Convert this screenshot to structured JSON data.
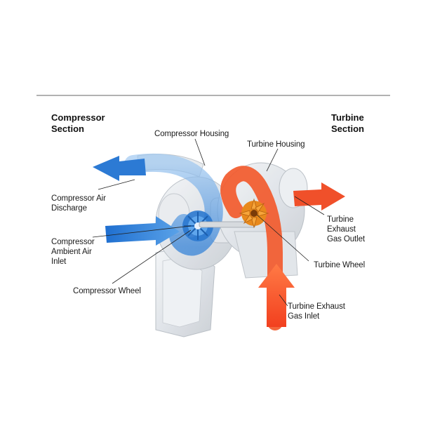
{
  "headings": {
    "compressor_section": "Compressor\nSection",
    "turbine_section": "Turbine\nSection"
  },
  "labels": {
    "compressor_housing": "Compressor Housing",
    "turbine_housing": "Turbine Housing",
    "compressor_air_discharge": "Compressor Air\nDischarge",
    "compressor_ambient_air_inlet": "Compressor\nAmbient Air\nInlet",
    "compressor_wheel": "Compressor Wheel",
    "turbine_exhaust_gas_outlet": "Turbine\nExhaust\nGas Outlet",
    "turbine_wheel": "Turbine Wheel",
    "turbine_exhaust_gas_inlet": "Turbine Exhaust\nGas Inlet"
  },
  "colors": {
    "compressor_flow": "#2f7fd4",
    "turbine_flow": "#f0502a",
    "turbine_wheel": "#e8891c",
    "housing": "#dfe3e8",
    "divider": "#666666"
  }
}
